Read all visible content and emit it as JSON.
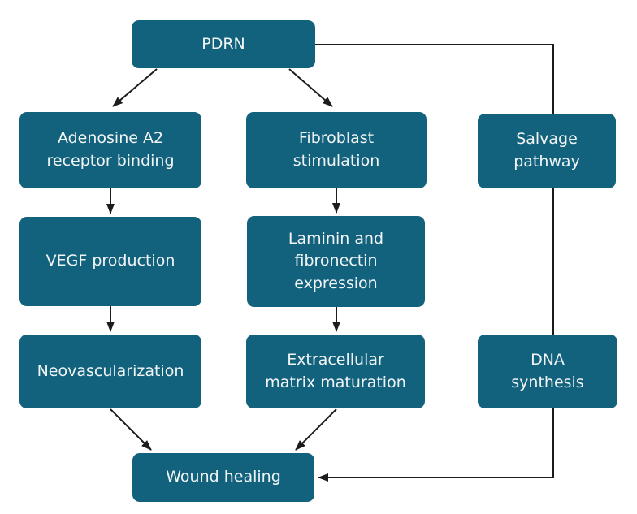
{
  "diagram": {
    "colors": {
      "node_fill": "#12617d",
      "node_text": "#f1f5f5",
      "connector": "#1d1b1b",
      "background": "#ffffff"
    },
    "nodes": [
      {
        "id": "pdrn",
        "label": "PDRN"
      },
      {
        "id": "adenosine",
        "label": "Adenosine A2\nreceptor binding"
      },
      {
        "id": "fibroblast",
        "label": "Fibroblast\nstimulation"
      },
      {
        "id": "salvage",
        "label": "Salvage\npathway"
      },
      {
        "id": "vegf",
        "label": "VEGF production"
      },
      {
        "id": "laminin",
        "label": "Laminin and\nfibronectin\nexpression"
      },
      {
        "id": "neovascularization",
        "label": "Neovascularization"
      },
      {
        "id": "ecm",
        "label": "Extracellular\nmatrix maturation"
      },
      {
        "id": "dna",
        "label": "DNA\nsynthesis"
      },
      {
        "id": "wound",
        "label": "Wound healing"
      }
    ],
    "edges": [
      {
        "from": "pdrn",
        "to": "adenosine"
      },
      {
        "from": "pdrn",
        "to": "fibroblast"
      },
      {
        "from": "pdrn",
        "to": "wound",
        "passes_behind": [
          "salvage",
          "dna"
        ]
      },
      {
        "from": "adenosine",
        "to": "vegf"
      },
      {
        "from": "vegf",
        "to": "neovascularization"
      },
      {
        "from": "fibroblast",
        "to": "laminin"
      },
      {
        "from": "laminin",
        "to": "ecm"
      },
      {
        "from": "neovascularization",
        "to": "wound"
      },
      {
        "from": "ecm",
        "to": "wound"
      }
    ]
  }
}
